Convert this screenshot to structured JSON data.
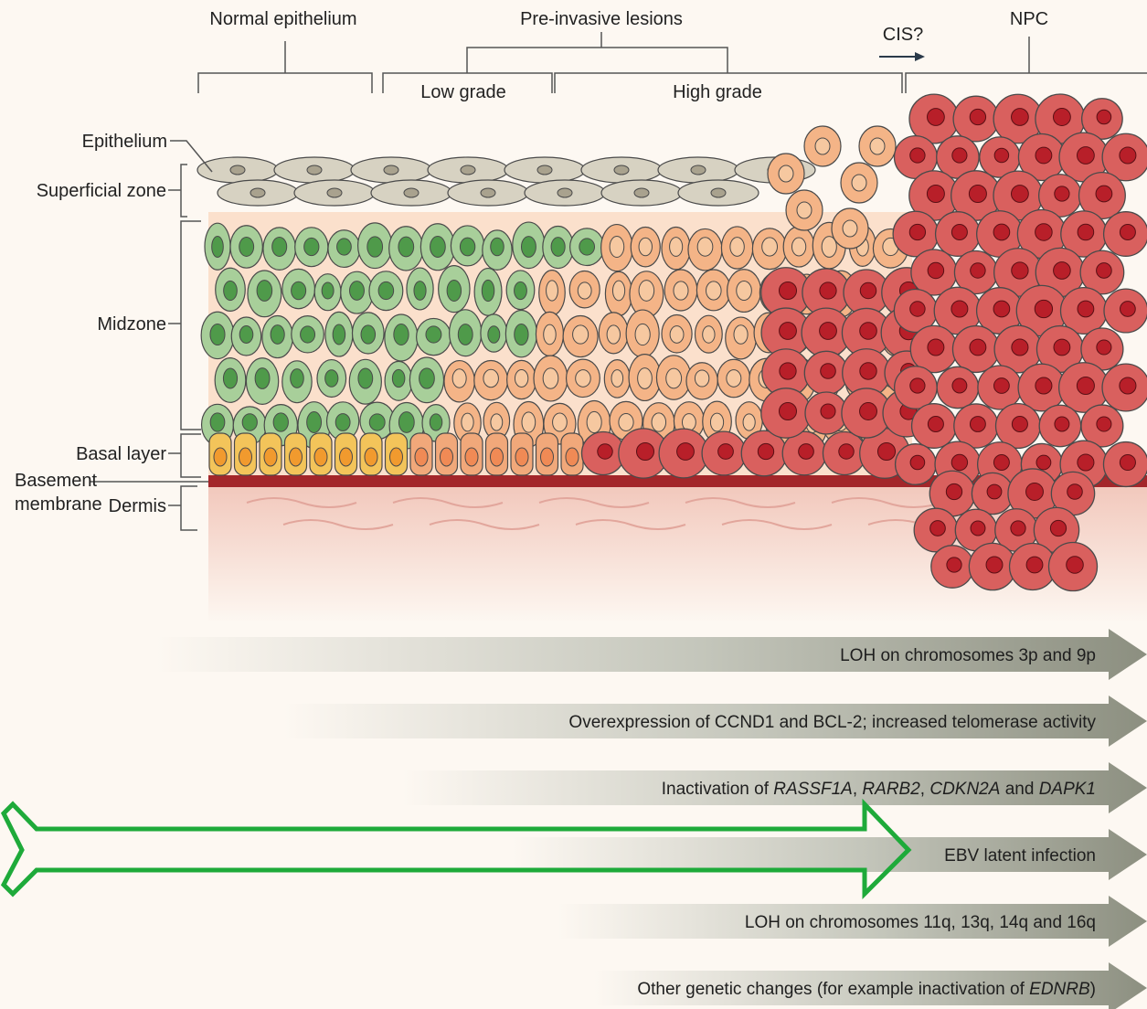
{
  "stages": {
    "normal": "Normal  epithelium",
    "preinvasive": "Pre-invasive lesions",
    "low_grade": "Low grade",
    "high_grade": "High grade",
    "cis": "CIS?",
    "npc": "NPC"
  },
  "layers": {
    "epithelium": "Epithelium",
    "superficial": "Superficial zone",
    "midzone": "Midzone",
    "basal": "Basal layer",
    "basement_1": "Basement",
    "basement_2": "membrane",
    "dermis": "Dermis"
  },
  "events": [
    {
      "parts": [
        {
          "t": "LOH on chromosomes 3p and 9p"
        }
      ]
    },
    {
      "parts": [
        {
          "t": "Overexpression of CCND1 and BCL-2; increased telomerase activity"
        }
      ]
    },
    {
      "parts": [
        {
          "t": "Inactivation of "
        },
        {
          "t": "RASSF1A",
          "i": true
        },
        {
          "t": ", "
        },
        {
          "t": "RARB2",
          "i": true
        },
        {
          "t": ", "
        },
        {
          "t": "CDKN2A",
          "i": true
        },
        {
          "t": " and "
        },
        {
          "t": "DAPK1",
          "i": true
        }
      ]
    },
    {
      "parts": [
        {
          "t": "EBV latent infection"
        }
      ]
    },
    {
      "parts": [
        {
          "t": "LOH on chromosomes 11q, 13q, 14q and 16q"
        }
      ]
    },
    {
      "parts": [
        {
          "t": "Other genetic changes (for example inactivation of "
        },
        {
          "t": "EDNRB",
          "i": true
        },
        {
          "t": ")"
        }
      ]
    }
  ],
  "colors": {
    "normal_cell": "#a8cf9a",
    "normal_nucleus": "#4f9a4a",
    "lesion_cell": "#f4b487",
    "lesion_nucleus": "#f6c8a0",
    "tumor_cell": "#d9605e",
    "tumor_nucleus": "#b81f29",
    "basal_cell": "#f3c45a",
    "superficial_cell": "#d7d2c2",
    "membrane": "#a3262a",
    "highlight_arrow": "#1eaa3a"
  }
}
